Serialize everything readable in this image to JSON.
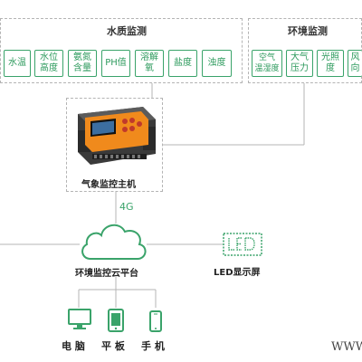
{
  "water_quality": {
    "title": "水质监测",
    "sensors": [
      "水温",
      "水位\n高度",
      "氨氮\n含量",
      "PH值",
      "溶解\n氧",
      "盐度",
      "浊度"
    ]
  },
  "environment": {
    "title": "环境监测",
    "sensors": [
      "空气\n温湿度",
      "大气\n压力",
      "光照\n度",
      "风向"
    ]
  },
  "host": {
    "label": "气象监控主机"
  },
  "link": {
    "label": "4G"
  },
  "cloud": {
    "label": "环境监控云平台"
  },
  "led": {
    "label": "LED显示屏"
  },
  "devices": [
    {
      "label": "电 脑",
      "icon": "computer-icon"
    },
    {
      "label": "平 板",
      "icon": "tablet-icon"
    },
    {
      "label": "手 机",
      "icon": "phone-icon"
    }
  ],
  "watermark": "WWW",
  "colors": {
    "accent": "#3aa36a",
    "device_orange": "#f08a1c",
    "line": "#b4b4b4"
  }
}
